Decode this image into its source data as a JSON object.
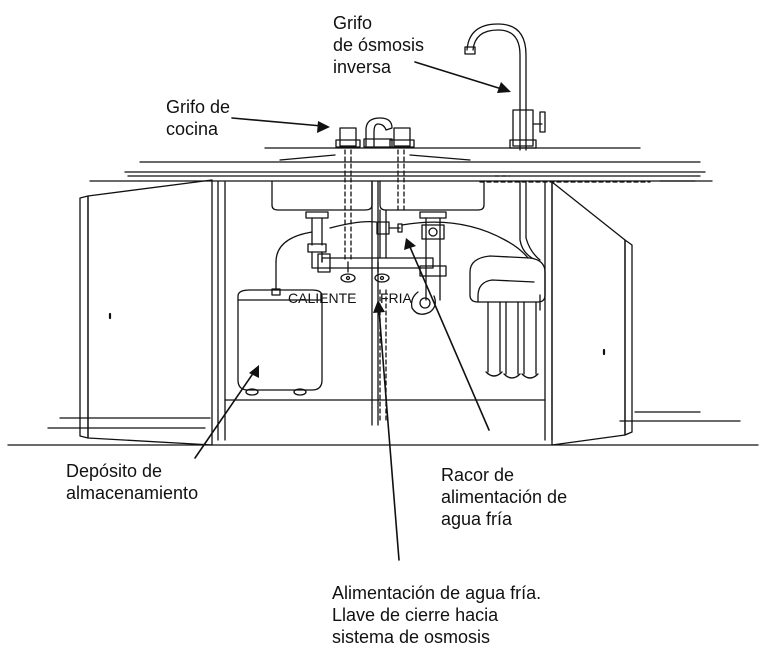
{
  "labels": {
    "ro_faucet": [
      "Grifo",
      "de ósmosis",
      "inversa"
    ],
    "kitchen_faucet": [
      "Grifo de",
      "cocina"
    ],
    "tank": [
      "Depósito de",
      "almacenamiento"
    ],
    "feed_adapter": [
      "Racor de",
      "alimentación de",
      "agua fría"
    ],
    "shutoff": [
      "Alimentación de agua fría.",
      "Llave de cierre hacia",
      "sistema de osmosis"
    ],
    "hot": "CALIENTE",
    "cold": "FRIA"
  },
  "colors": {
    "ink": "#111111",
    "background": "#ffffff"
  }
}
